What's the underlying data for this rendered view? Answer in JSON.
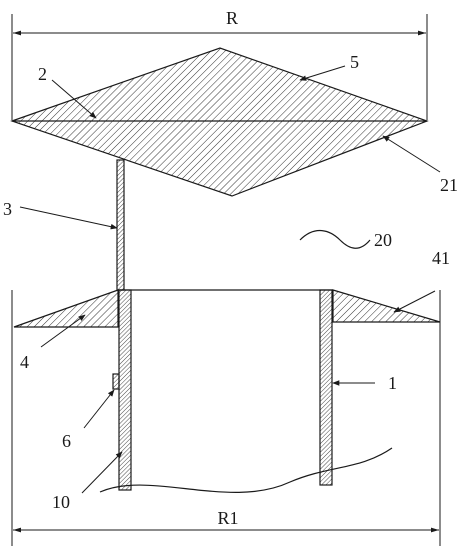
{
  "labels": {
    "dim_top": "R",
    "dim_bottom": "R1",
    "part_2": "2",
    "part_5": "5",
    "part_21": "21",
    "part_3": "3",
    "part_20": "20",
    "part_41": "41",
    "part_4": "4",
    "part_1": "1",
    "part_6": "6",
    "part_10": "10"
  }
}
